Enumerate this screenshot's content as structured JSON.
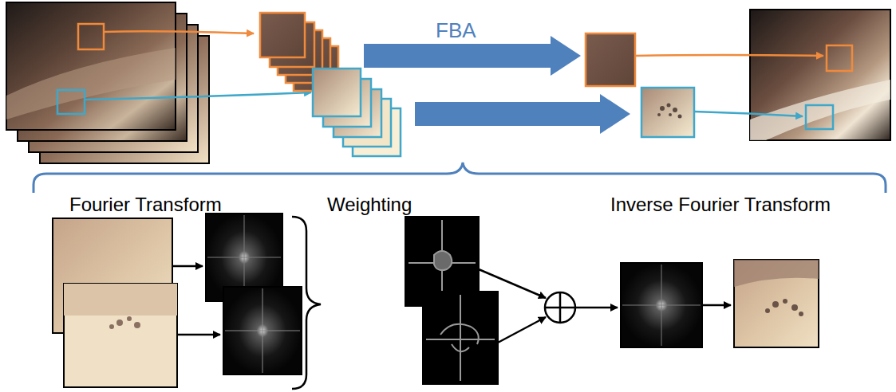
{
  "diagram": {
    "labels": [
      "FBA",
      "Fourier Transform",
      "Weighting",
      "Inverse Fourier Transform"
    ]
  }
}
